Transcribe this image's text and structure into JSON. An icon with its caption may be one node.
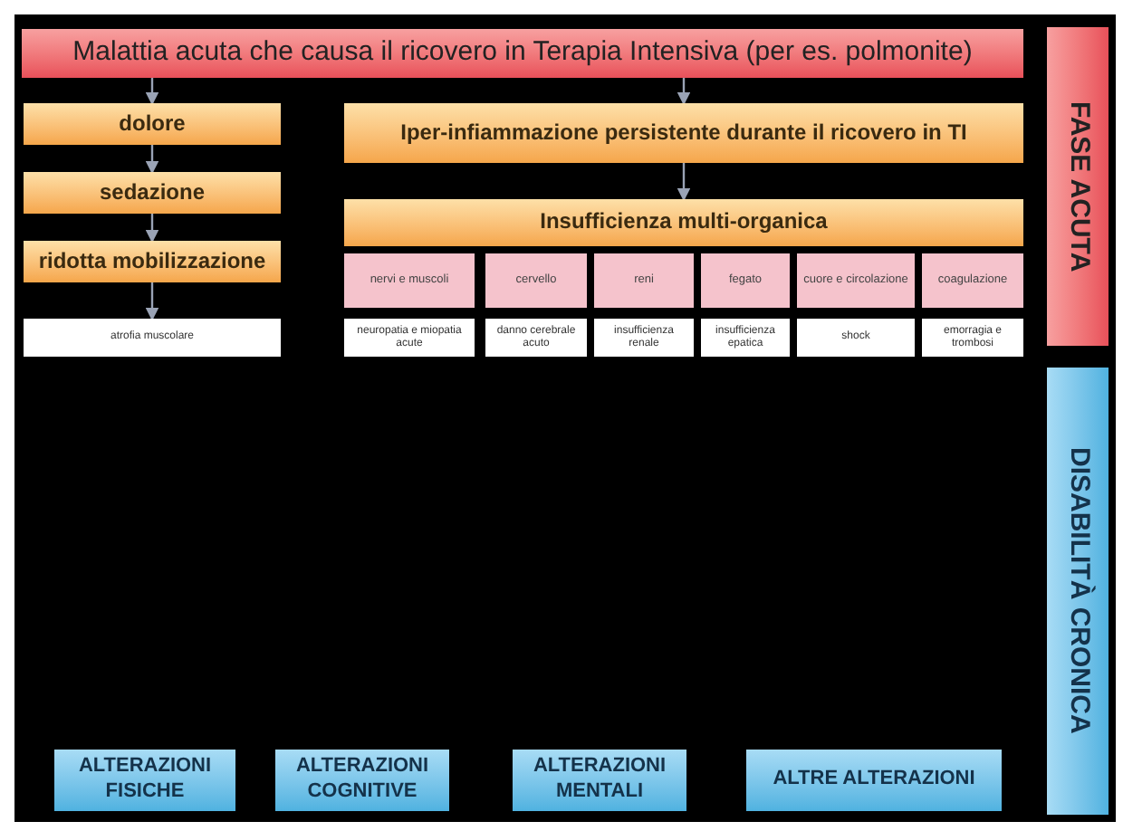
{
  "diagram": {
    "nodes": [
      {
        "text": [
          "Malattia acuta che causa il ricovero in Terapia Intensiva (per es. polmonite)"
        ]
      },
      {
        "text": [
          "dolore"
        ]
      },
      {
        "text": [
          "sedazione"
        ]
      },
      {
        "text": [
          "ridotta mobilizzazione"
        ]
      },
      {
        "text": [
          "atrofia muscolare"
        ]
      },
      {
        "text": [
          "Iper-infiammazione persistente durante il ricovero in TI"
        ]
      },
      {
        "text": [
          "Insufficienza multi-organica"
        ]
      },
      {
        "text": [
          "nervi e muscoli"
        ]
      },
      {
        "text": [
          "cervello"
        ]
      },
      {
        "text": [
          "reni"
        ]
      },
      {
        "text": [
          "fegato"
        ]
      },
      {
        "text": [
          "cuore e circolazione"
        ]
      },
      {
        "text": [
          "coagulazione"
        ]
      },
      {
        "text": [
          "neuropatia e miopatia acute"
        ]
      },
      {
        "text": [
          "danno cerebrale acuto"
        ]
      },
      {
        "text": [
          "insufficienza renale"
        ]
      },
      {
        "text": [
          "insufficienza epatica"
        ]
      },
      {
        "text": [
          "shock"
        ]
      },
      {
        "text": [
          "emorragia e trombosi"
        ]
      },
      {
        "text": [
          "FASE ACUTA"
        ]
      },
      {
        "text": [
          "DISABILITÀ CRONICA"
        ]
      },
      {
        "text": [
          "ALTERAZIONI FISICHE"
        ]
      },
      {
        "text": [
          "ALTERAZIONI COGNITIVE"
        ]
      },
      {
        "text": [
          "ALTERAZIONI MENTALI"
        ]
      },
      {
        "text": [
          "ALTRE ALTERAZIONI"
        ]
      }
    ],
    "edges": [
      {
        "from": 0,
        "to": 1,
        "arrow": "to"
      },
      {
        "from": 1,
        "to": 2,
        "arrow": "to"
      },
      {
        "from": 2,
        "to": 3,
        "arrow": "to"
      },
      {
        "from": 3,
        "to": 4,
        "arrow": "to"
      },
      {
        "from": 0,
        "to": 5,
        "arrow": "to"
      },
      {
        "from": 5,
        "to": 6,
        "arrow": "to"
      }
    ]
  }
}
